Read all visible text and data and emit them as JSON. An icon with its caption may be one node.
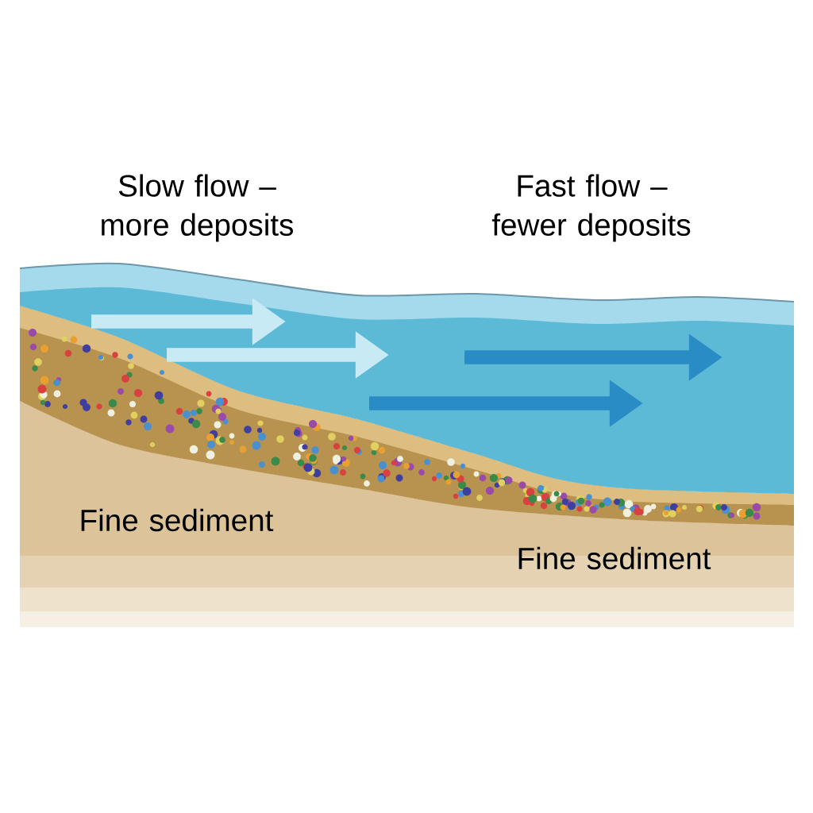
{
  "diagram": {
    "labels": [
      "Slow flow – more deposits",
      "Fast flow – fewer deposits",
      "Fine sediment",
      "Fine sediment"
    ]
  }
}
